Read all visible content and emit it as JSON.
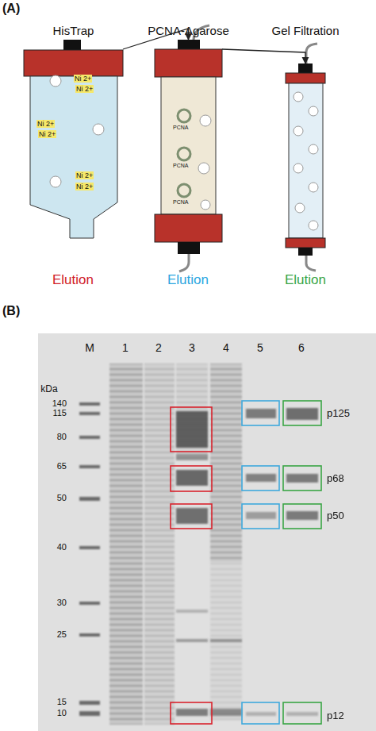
{
  "diagram": {
    "nodes": [
      {
        "text": [
          "HisTrap",
          "Ni 2+",
          "Ni 2+",
          "Ni 2+",
          "Ni 2+",
          "Ni 2+",
          "Ni 2+"
        ]
      },
      {
        "text": [
          "PCNA-Agarose",
          "PCNA",
          "PCNA",
          "PCNA"
        ]
      },
      {
        "text": [
          "Gel Filtration"
        ]
      }
    ],
    "edges": [
      {
        "from": 0,
        "to": 1,
        "arrow": "to"
      },
      {
        "from": 1,
        "to": 2,
        "arrow": "to"
      }
    ],
    "labels": [
      "(A)",
      "Elution",
      "Elution",
      "Elution",
      "(B)",
      "M",
      "1",
      "2",
      "3",
      "4",
      "5",
      "6",
      "kDa",
      "140",
      "115",
      "80",
      "65",
      "50",
      "40",
      "30",
      "25",
      "15",
      "10",
      "p125",
      "p68",
      "p50",
      "p12"
    ]
  }
}
